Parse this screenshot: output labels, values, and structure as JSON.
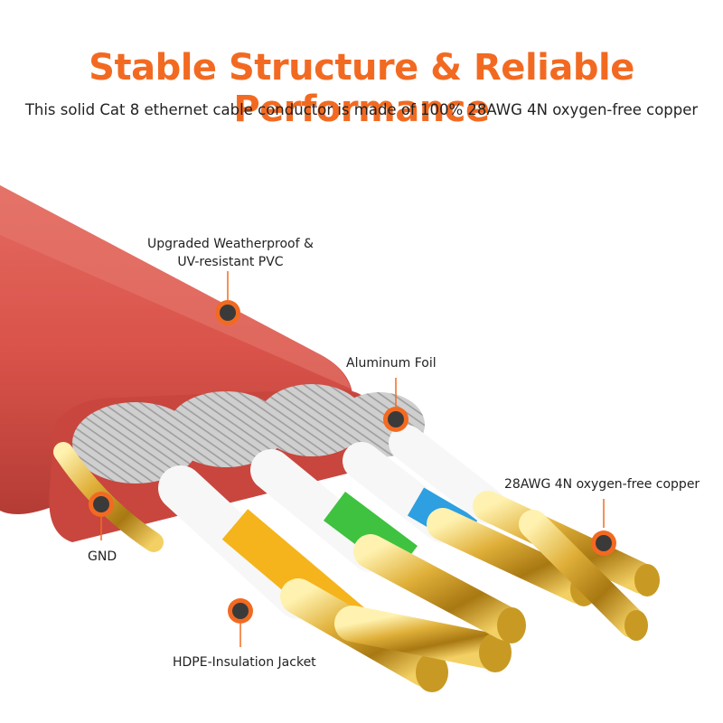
{
  "heading": {
    "title": "Stable Structure & Reliable Performance",
    "subtitle": "This solid Cat 8 ethernet cable conductor is made of 100% 28AWG 4N oxygen-free copper"
  },
  "callouts": {
    "pvc": {
      "line1": "Upgraded Weatherproof &",
      "line2": "UV-resistant PVC"
    },
    "foil": "Aluminum Foil",
    "copper": "28AWG 4N oxygen-free copper",
    "gnd": "GND",
    "hdpe": "HDPE-Insulation Jacket"
  },
  "colors": {
    "accent": "#f26a21",
    "cable_jacket": "#d9534a",
    "marker_center": "#3a3a3a",
    "gold": "#d4a02a"
  },
  "wire_colors": [
    "#f5b41c",
    "#3fc23f",
    "#2e9fe0",
    "#ffffff"
  ]
}
